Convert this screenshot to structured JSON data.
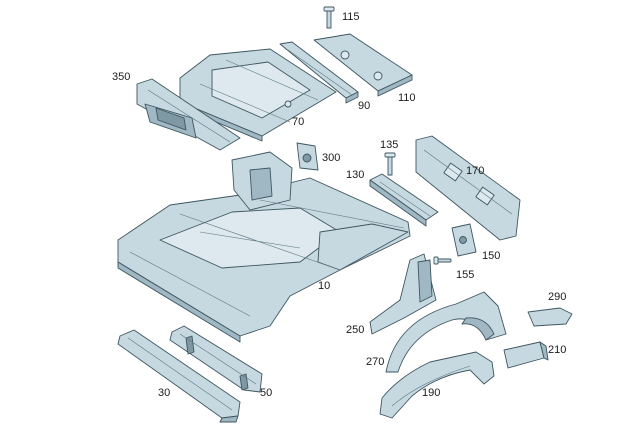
{
  "diagram": {
    "callouts": [
      {
        "id": "115",
        "label": "115"
      },
      {
        "id": "350",
        "label": "350"
      },
      {
        "id": "70",
        "label": "70"
      },
      {
        "id": "90",
        "label": "90"
      },
      {
        "id": "110",
        "label": "110"
      },
      {
        "id": "300",
        "label": "300"
      },
      {
        "id": "135",
        "label": "135"
      },
      {
        "id": "130",
        "label": "130"
      },
      {
        "id": "170",
        "label": "170"
      },
      {
        "id": "150",
        "label": "150"
      },
      {
        "id": "155",
        "label": "155"
      },
      {
        "id": "10",
        "label": "10"
      },
      {
        "id": "290",
        "label": "290"
      },
      {
        "id": "250",
        "label": "250"
      },
      {
        "id": "210",
        "label": "210"
      },
      {
        "id": "270",
        "label": "270"
      },
      {
        "id": "190",
        "label": "190"
      },
      {
        "id": "30",
        "label": "30"
      },
      {
        "id": "50",
        "label": "50"
      }
    ]
  }
}
